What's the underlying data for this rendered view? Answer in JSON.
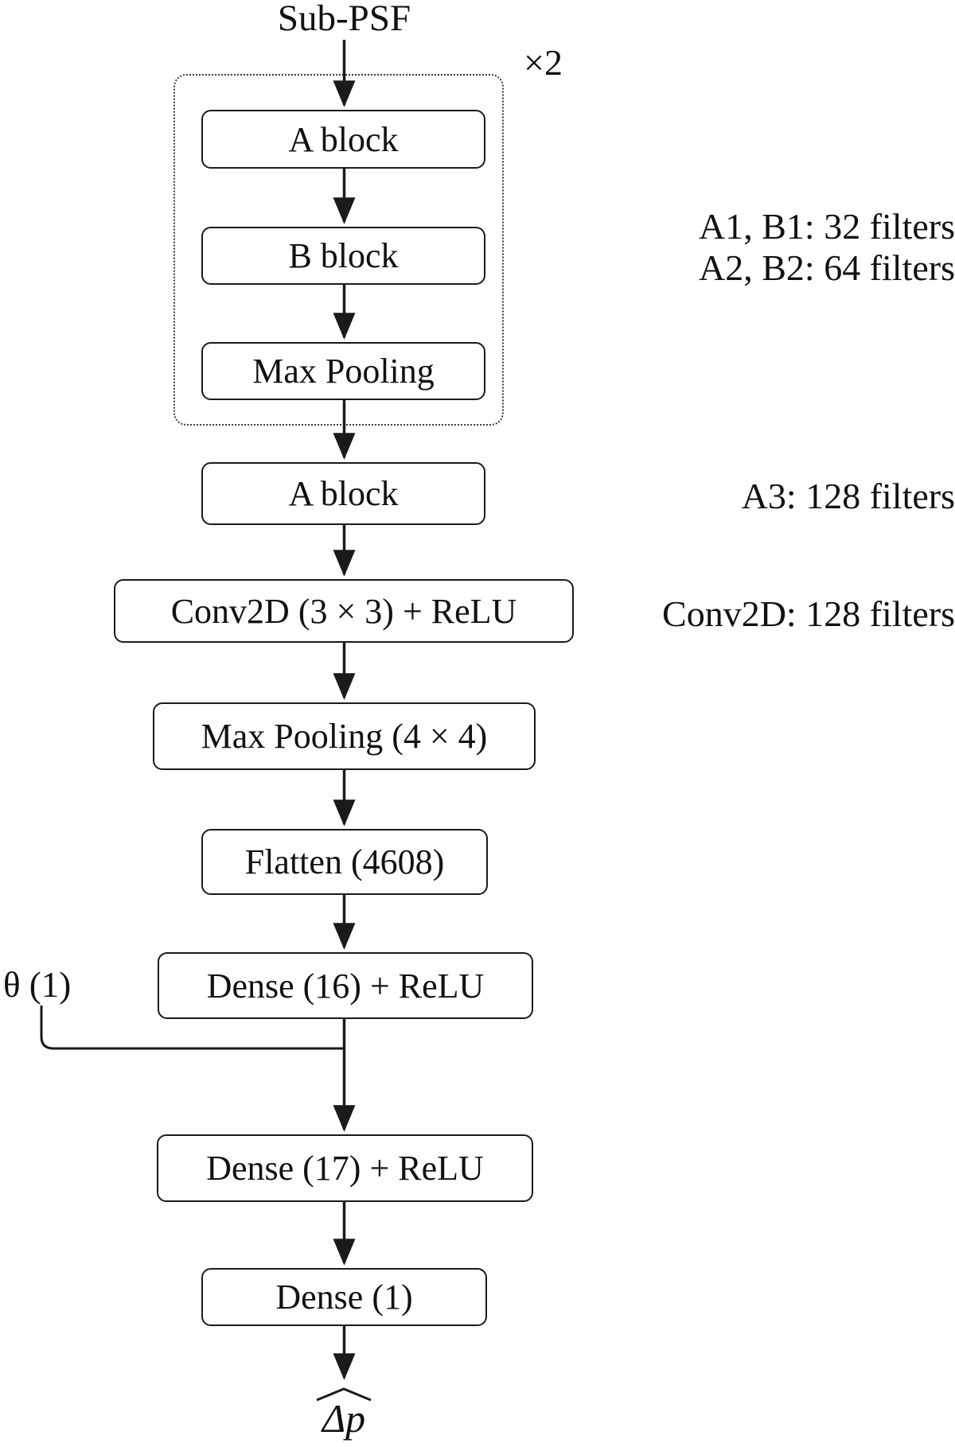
{
  "diagram": {
    "title": "Sub-PSF",
    "repeat_label": "×2",
    "theta_label": "θ (1)",
    "output_label": "Δp",
    "nodes": {
      "a_block_1": "A block",
      "b_block_1": "B block",
      "max_pooling_1": "Max Pooling",
      "a_block_3": "A block",
      "conv2d": "Conv2D (3 × 3) + ReLU",
      "max_pooling_2": "Max Pooling (4 × 4)",
      "flatten": "Flatten (4608)",
      "dense_16": "Dense (16) + ReLU",
      "dense_17": "Dense (17) + ReLU",
      "dense_1": "Dense (1)"
    },
    "annotations": {
      "group1_line1": "A1, B1: 32 filters",
      "group1_line2": "A2, B2: 64 filters",
      "a3": "A3: 128 filters",
      "conv2d": "Conv2D: 128 filters"
    },
    "colors": {
      "ink": "#111111",
      "background": "#ffffff"
    }
  }
}
